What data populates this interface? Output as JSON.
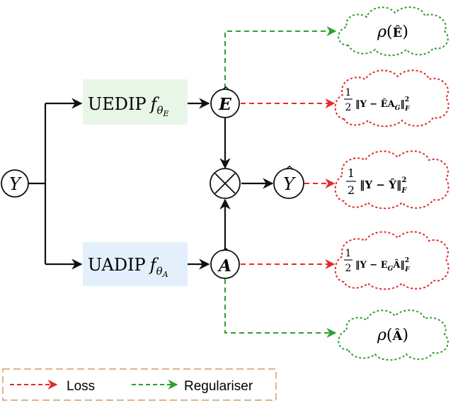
{
  "nodes": {
    "input": "Y",
    "endmembers": "E",
    "abundances": "A",
    "reconstruction": "Y",
    "product_symbol": "⊗"
  },
  "networks": {
    "uedip": {
      "name": "UEDIP",
      "func": "f",
      "sub_theta": "θ",
      "sub_index": "E",
      "fill": "#e8f6e8"
    },
    "uadip": {
      "name": "UADIP",
      "func": "f",
      "sub_theta": "θ",
      "sub_index": "A",
      "fill": "#e3f0fb"
    }
  },
  "clouds": {
    "rho_e": {
      "rho": "ρ",
      "arg": "Ê",
      "color": "#2ca02c"
    },
    "loss_e": {
      "prefix": "‖Y − ÊA",
      "sub": "G",
      "suffix": "‖",
      "norm_sub": "F",
      "pow": "2",
      "color": "#e32a2a"
    },
    "loss_y": {
      "prefix": "‖Y − Ŷ‖",
      "norm_sub": "F",
      "pow": "2",
      "color": "#e32a2a"
    },
    "loss_a": {
      "prefix": "‖Y − E",
      "sub": "G",
      "mid": "Â‖",
      "norm_sub": "F",
      "pow": "2",
      "color": "#e32a2a"
    },
    "rho_a": {
      "rho": "ρ",
      "arg": "Â",
      "color": "#2ca02c"
    },
    "fraction": {
      "num": "1",
      "den": "2"
    }
  },
  "legend": {
    "loss_label": "Loss",
    "regulariser_label": "Regulariser",
    "loss_color": "#e32a2a",
    "regulariser_color": "#2ca02c",
    "frame_color": "#c8874a"
  }
}
